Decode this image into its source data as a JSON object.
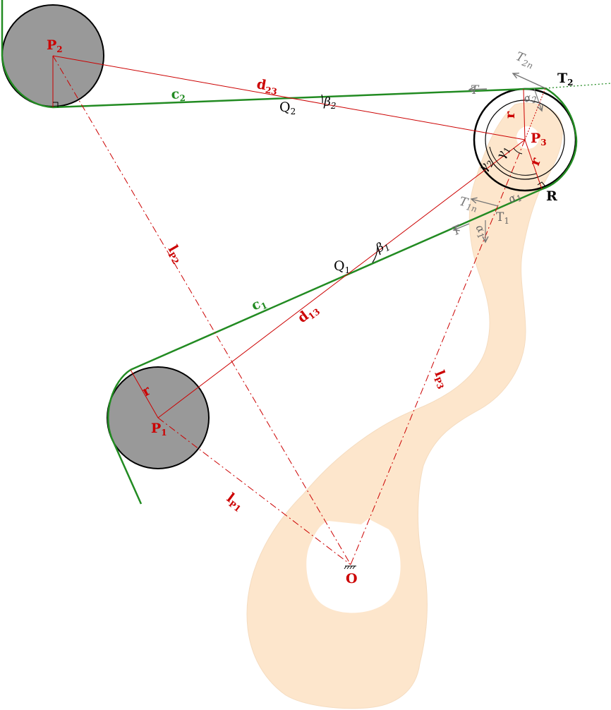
{
  "colors": {
    "arm_fill": "#fde6cc",
    "pulley_fill": "#999999",
    "belt": "#228b22",
    "construction": "#cc0000",
    "force": "#777777"
  },
  "labels": {
    "p1": "P",
    "p1_sub": "1",
    "p2": "P",
    "p2_sub": "2",
    "p3": "P",
    "p3_sub": "3",
    "o": "O",
    "q1": "Q",
    "q1_sub": "1",
    "q2": "Q",
    "q2_sub": "2",
    "t1": "T",
    "t1_sub": "1",
    "t2": "T",
    "t2_sub": "2",
    "r_point": "R",
    "r1": "r",
    "r2": "r",
    "r3": "r",
    "c1": "c",
    "c1_sub": "1",
    "c2": "c",
    "c2_sub": "2",
    "d13": "d",
    "d13_sub": "13",
    "d23": "d",
    "d23_sub": "23",
    "lp1": "l",
    "lp1_sub": "P1",
    "lp2": "l",
    "lp2_sub": "P2",
    "lp3": "l",
    "lp3_sub": "P3",
    "beta1": "β",
    "beta1_sub": "1",
    "beta2": "β",
    "beta2_sub": "2",
    "gamma1": "γ",
    "gamma1_sub": "1",
    "gamma2": "γ",
    "gamma2_sub": "2",
    "alpha1a": "α",
    "alpha1a_sub": "1",
    "alpha1b": "α",
    "alpha1b_sub": "1",
    "alpha2": "α",
    "alpha2_sub": "2",
    "tension1": "T",
    "tension2": "T",
    "t1n": "T",
    "t1n_sub": "1n",
    "t2n": "T",
    "t2n_sub": "2n"
  }
}
